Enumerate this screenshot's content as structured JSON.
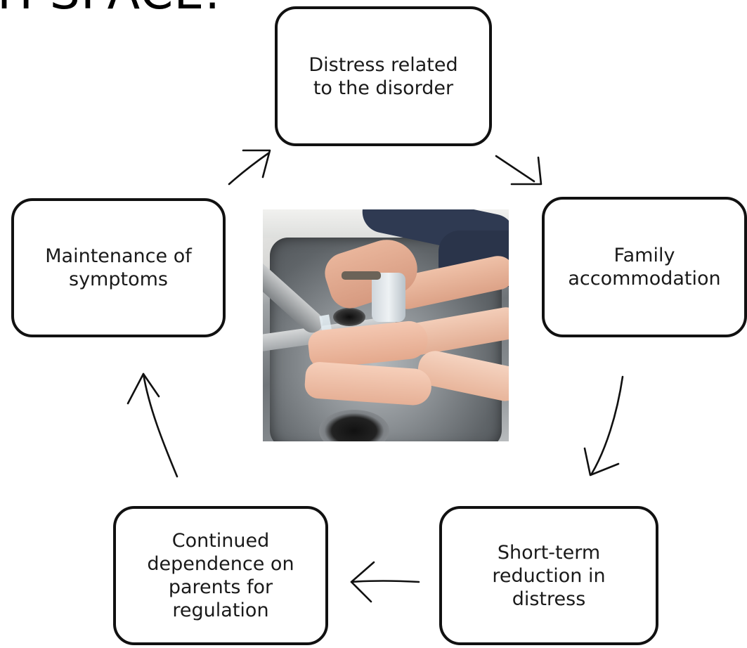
{
  "heading": {
    "partial_text": "H SPACE."
  },
  "cycle": {
    "nodes": [
      {
        "id": "distress",
        "label": "Distress related\nto the disorder"
      },
      {
        "id": "family",
        "label": "Family\naccommodation"
      },
      {
        "id": "short_term",
        "label": "Short-term\nreduction in\ndistress"
      },
      {
        "id": "continued",
        "label": "Continued\ndependence on\nparents for\nregulation"
      },
      {
        "id": "maintenance",
        "label": "Maintenance of\nsymptoms"
      }
    ],
    "edges": [
      {
        "from": "distress",
        "to": "family"
      },
      {
        "from": "family",
        "to": "short_term"
      },
      {
        "from": "short_term",
        "to": "continued"
      },
      {
        "from": "continued",
        "to": "maintenance"
      },
      {
        "from": "maintenance",
        "to": "distress"
      }
    ]
  },
  "center_image": {
    "subject": "hands-washing-at-sink-photo"
  },
  "colors": {
    "stroke": "#111111",
    "background": "#ffffff",
    "text": "#1a1a1a"
  }
}
